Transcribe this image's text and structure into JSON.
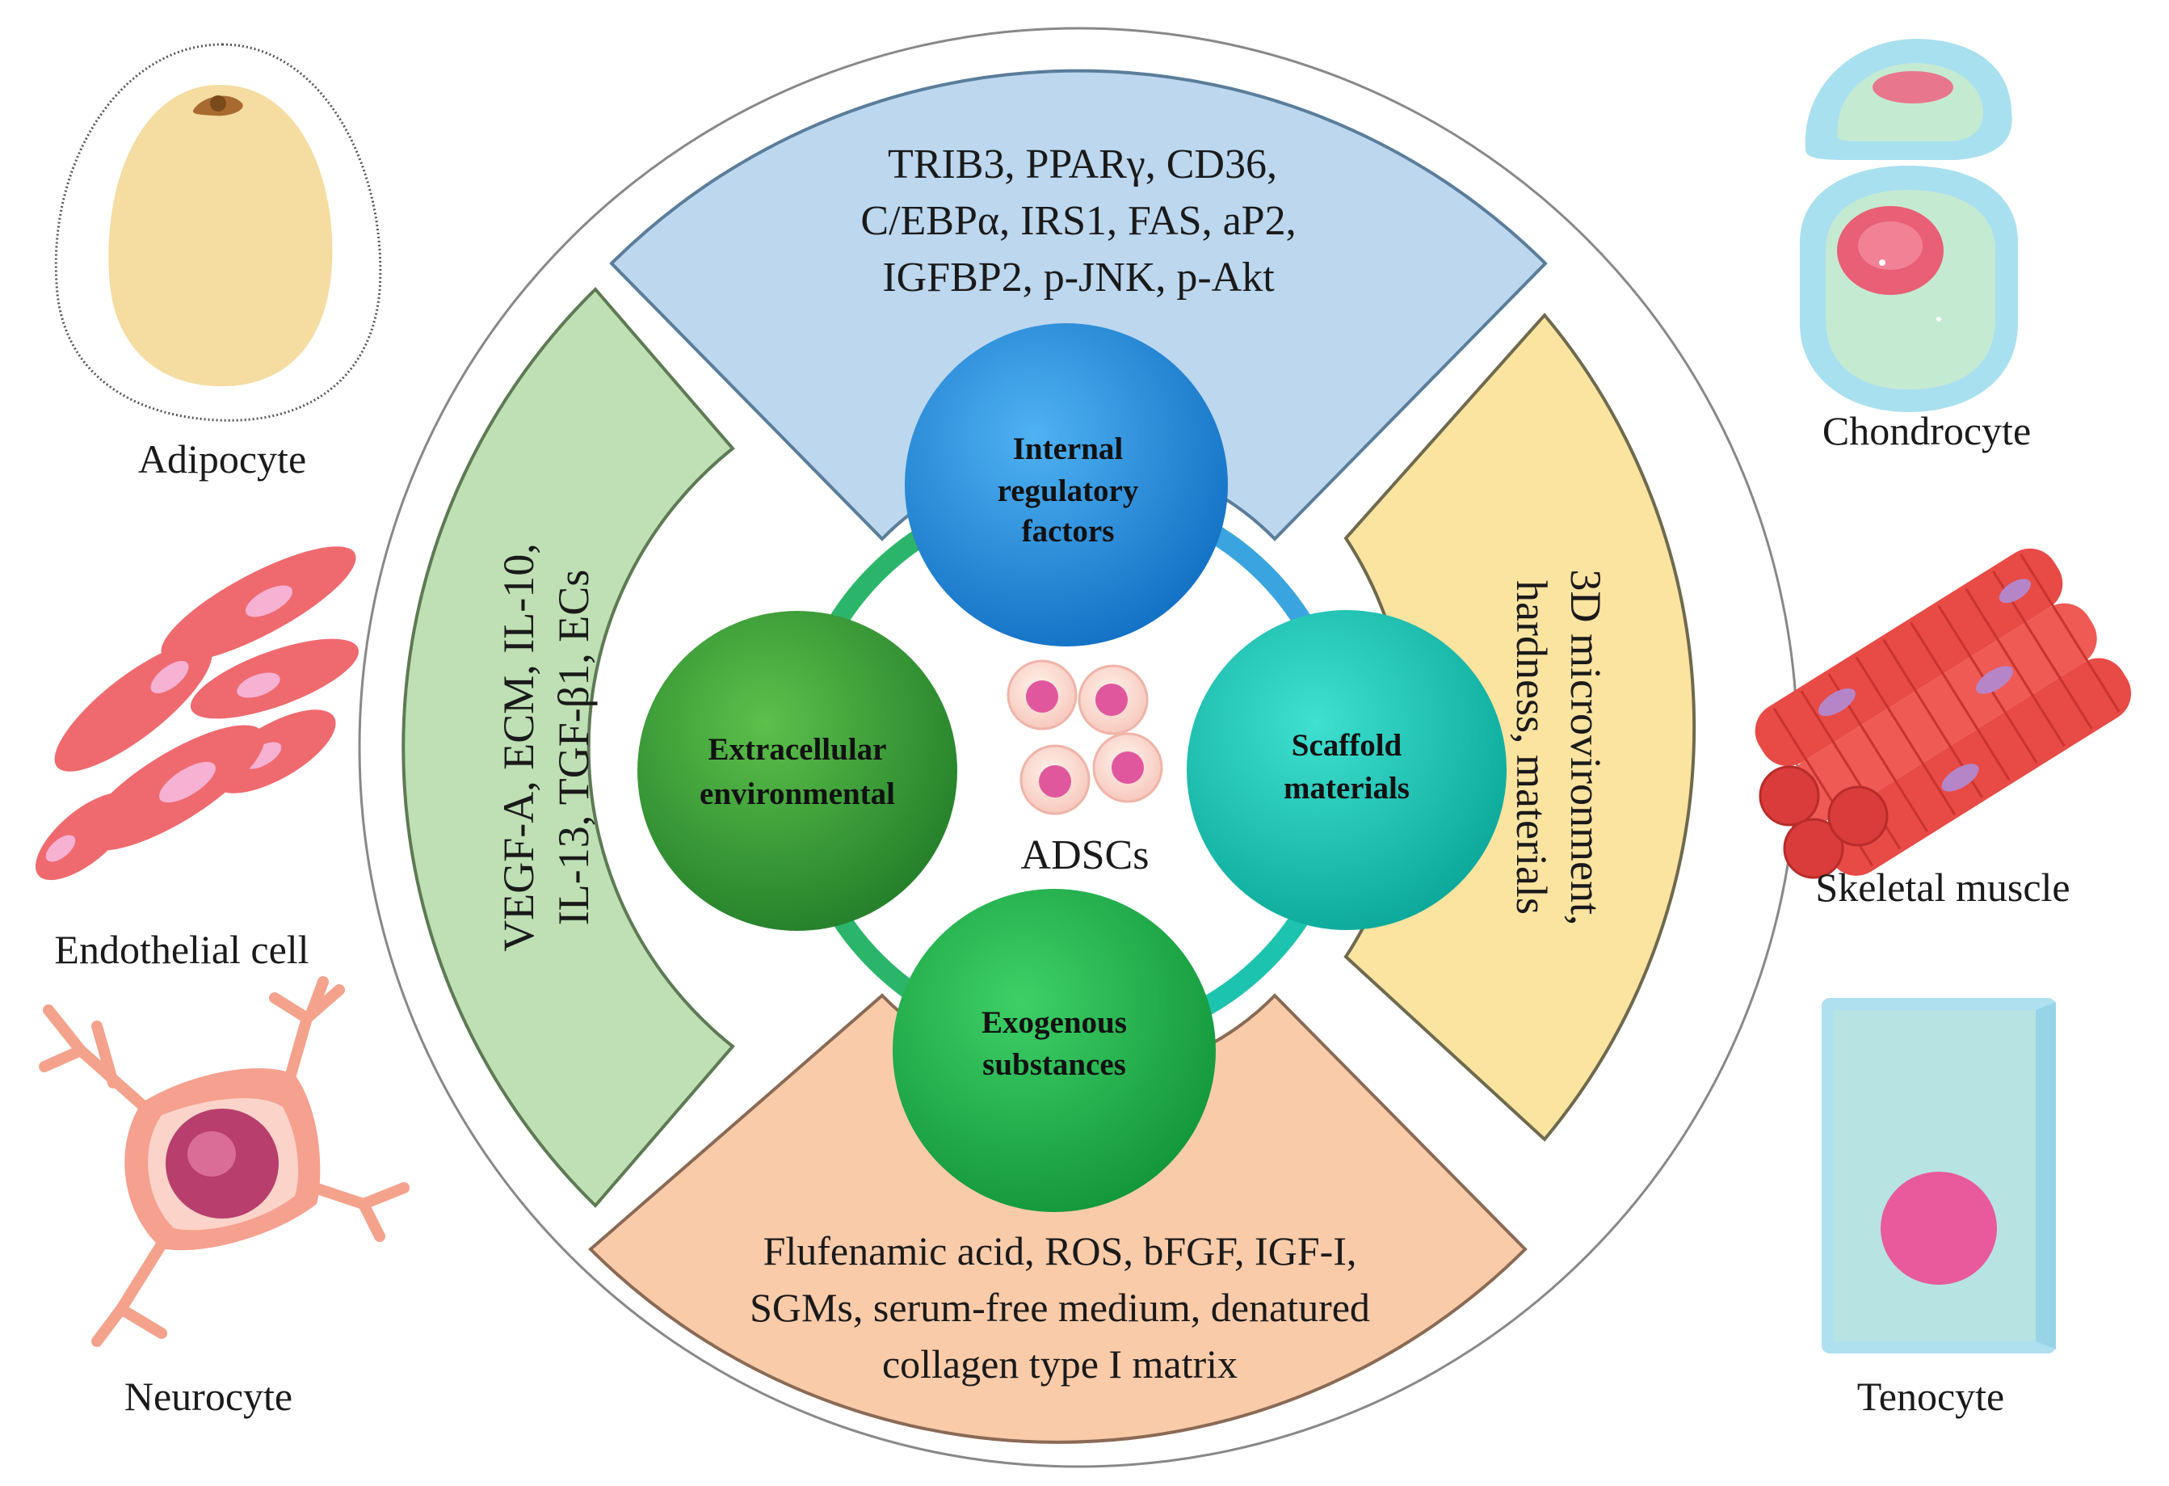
{
  "center": {
    "label": "ADSCs",
    "factors": [
      {
        "id": "internal",
        "lines": [
          "Internal",
          "regulatory",
          "factors"
        ]
      },
      {
        "id": "scaffold",
        "lines": [
          "Scaffold",
          "materials"
        ]
      },
      {
        "id": "exogenous",
        "lines": [
          "Exogenous",
          "substances"
        ]
      },
      {
        "id": "extracellular",
        "lines": [
          "Extracellular",
          "environmental"
        ]
      }
    ]
  },
  "bands": {
    "top": [
      "TRIB3,    PPARγ,    CD36,",
      "C/EBPα,    IRS1,    FAS,    aP2,",
      "IGFBP2,    p-JNK,    p-Akt"
    ],
    "right": [
      "3D microvironment,",
      "hardness,   materials"
    ],
    "bottom": [
      "Flufenamic acid,    ROS,    bFGF,    IGF-I,",
      "SGMs,    serum-free medium,    denatured",
      "collagen type I matrix"
    ],
    "left": [
      "VEGF-A,    ECM,    IL-10,",
      "IL-13,    TGF-β1,    ECs"
    ]
  },
  "cells": {
    "adipocyte": "Adipocyte",
    "endothelial": "Endothelial  cell",
    "neurocyte": "Neurocyte",
    "chondrocyte": "Chondrocyte",
    "skeletal": "Skeletal muscle",
    "tenocyte": "Tenocyte"
  },
  "colors": {
    "top_band": "#bcd7ee",
    "right_band": "#fbe3a0",
    "bottom_band": "#f9cba9",
    "left_band": "#bee0b4",
    "internal": "#1e8bd6",
    "scaffold": "#14c2b0",
    "exogenous": "#1cb24a",
    "extracellular": "#2e9a36"
  }
}
